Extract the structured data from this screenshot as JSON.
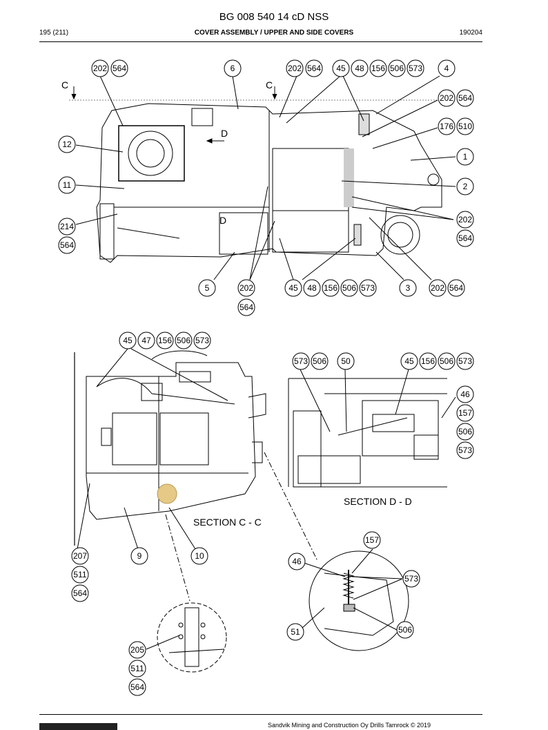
{
  "header": {
    "title": "BG 008 540 14 cD NSS",
    "page": "195 (211)",
    "section": "COVER ASSEMBLY / UPPER AND SIDE COVERS",
    "code": "190204"
  },
  "drawing": {
    "section_cc": "SECTION C - C",
    "section_dd": "SECTION D - D",
    "cut_c": "C",
    "cut_d": "D",
    "callouts": [
      "202",
      "564",
      "6",
      "45",
      "48",
      "156",
      "506",
      "573",
      "4",
      "176",
      "510",
      "12",
      "1",
      "11",
      "2",
      "214",
      "5",
      "3",
      "47",
      "50",
      "46",
      "157",
      "207",
      "511",
      "9",
      "10",
      "51",
      "205"
    ]
  },
  "footer": {
    "copyright": "Sandvik Mining and Construction Oy Drills Tamrock © 2019"
  }
}
